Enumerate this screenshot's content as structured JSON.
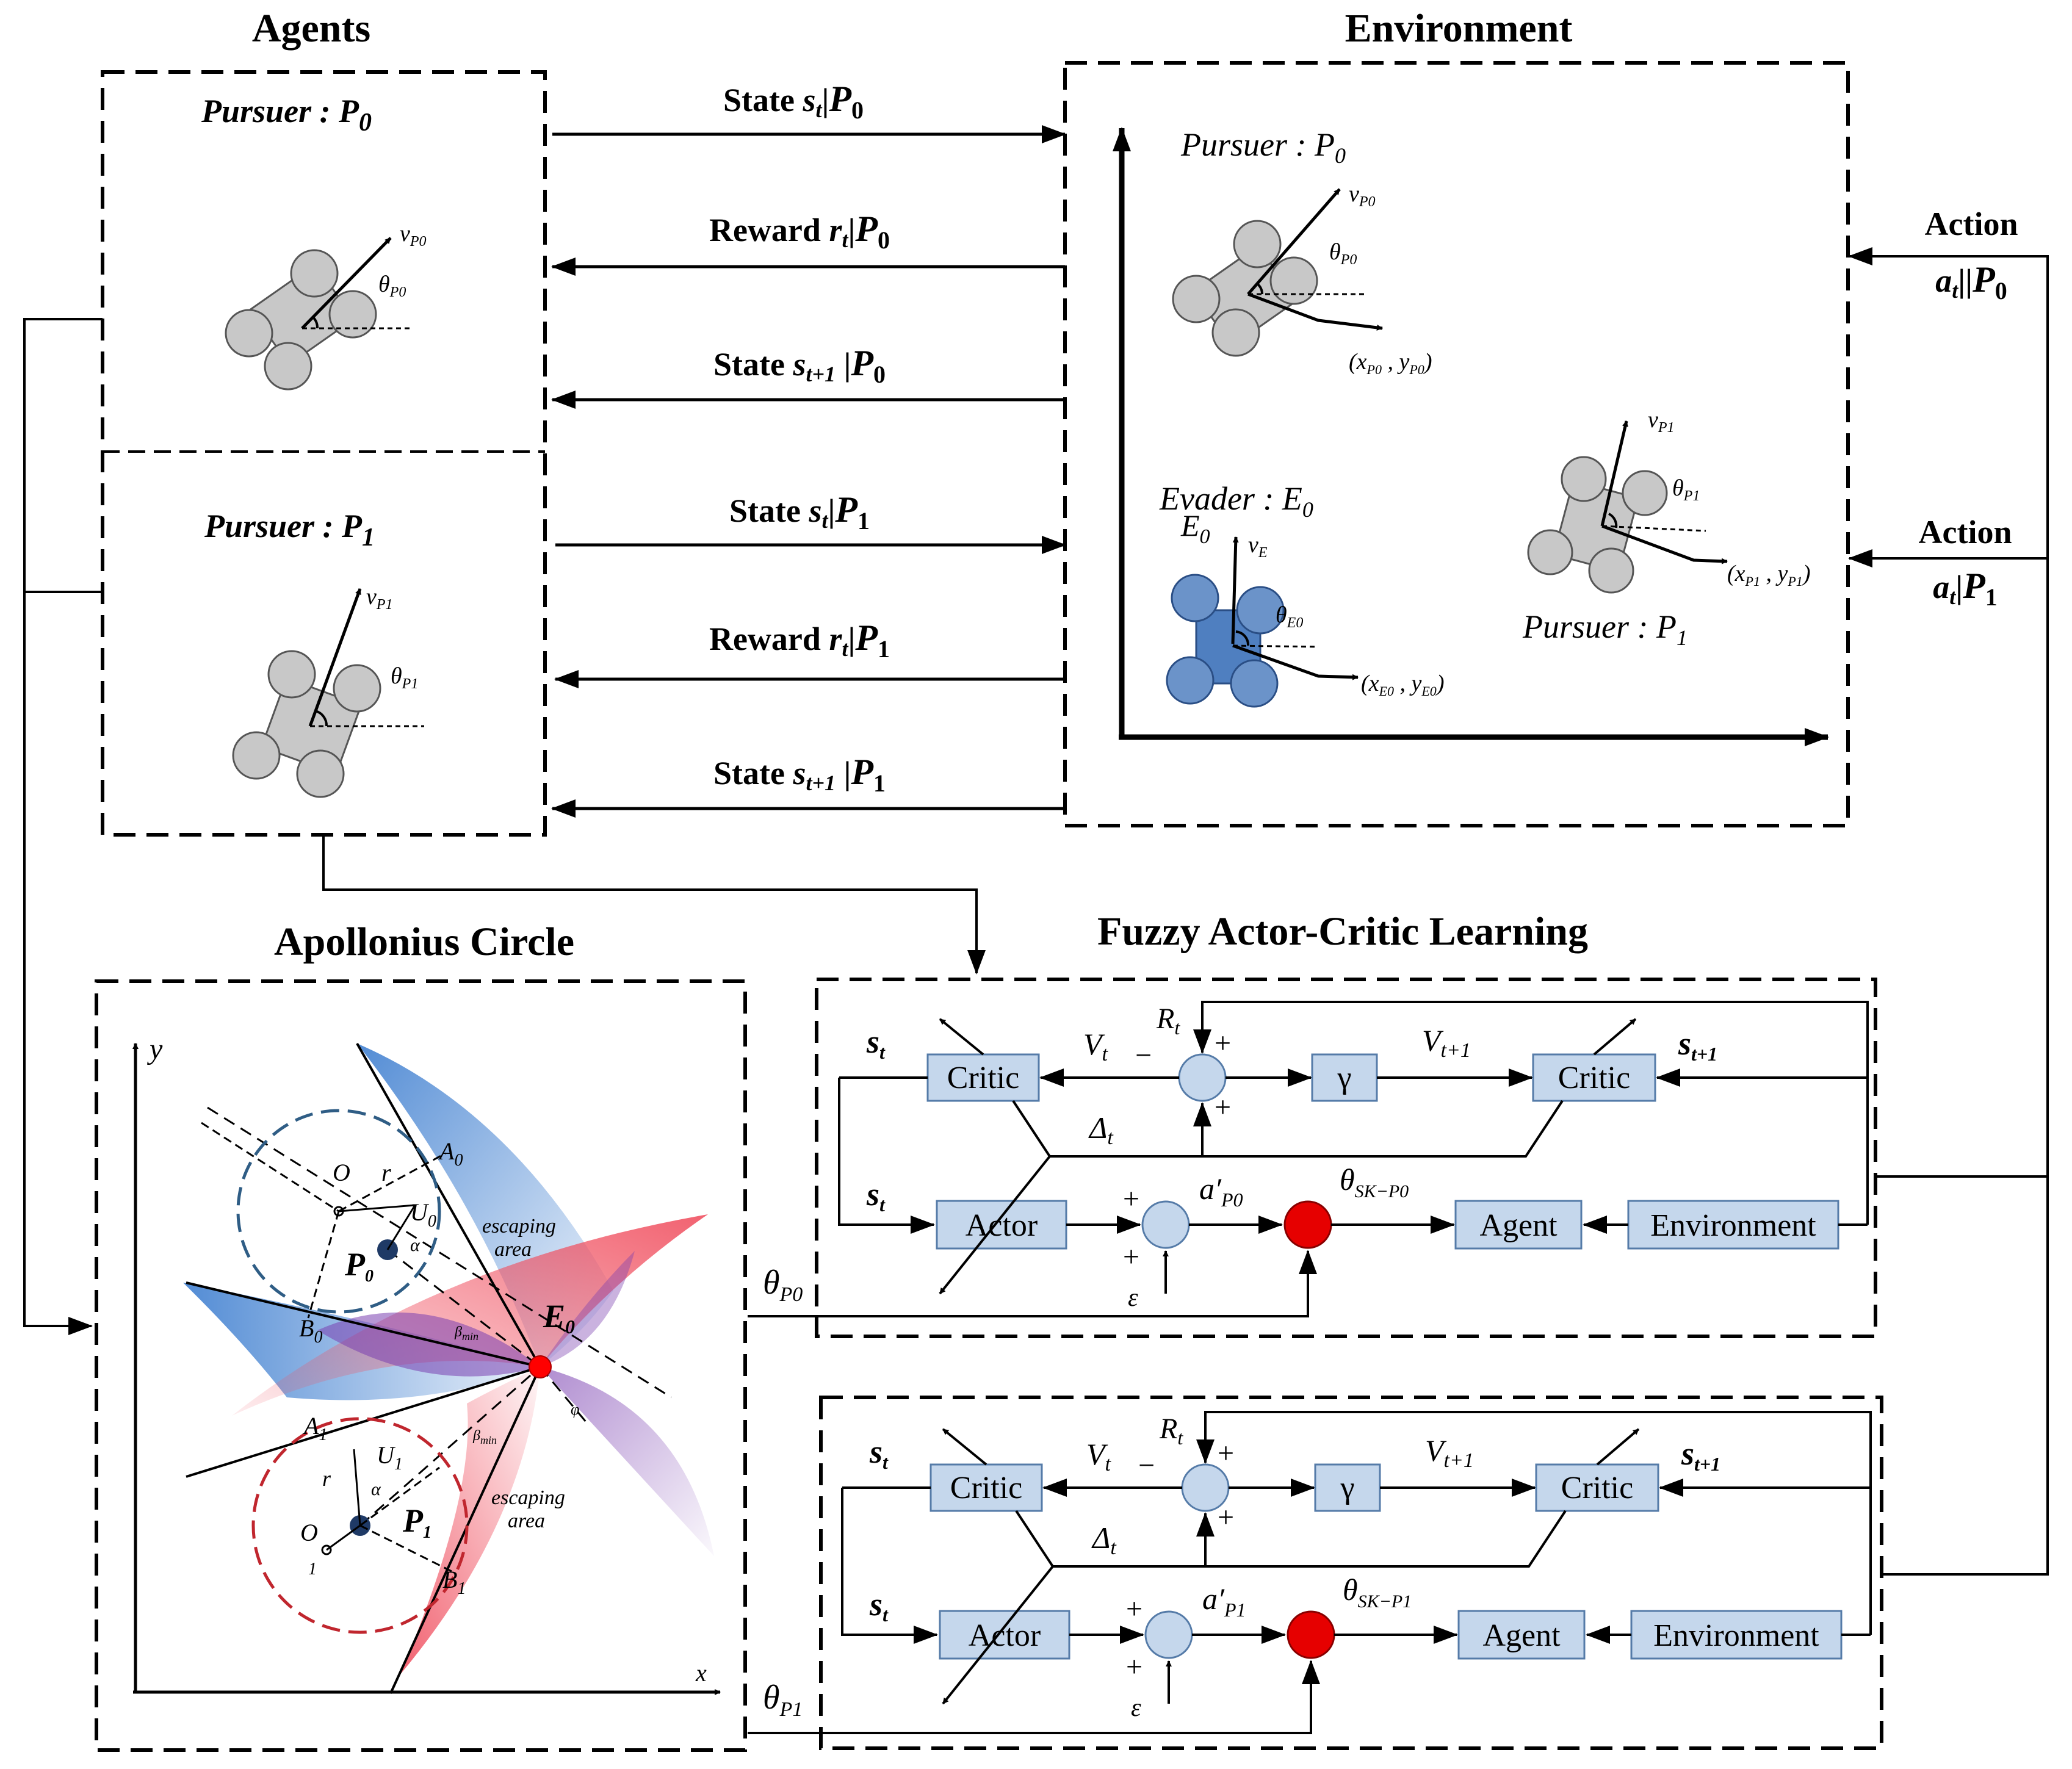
{
  "sections": {
    "agents": "Agents",
    "environment": "Environment",
    "apollonius": "Apollonius Circle",
    "fuzzy": "Fuzzy Actor-Critic Learning"
  },
  "agents": {
    "p0_label": "Pursuer : P",
    "p0_sub": "0",
    "p1_label": "Pursuer : P",
    "p1_sub": "1"
  },
  "environment": {
    "p0_label": "Pursuer : P",
    "p0_sub": "0",
    "p1_label": "Pursuer : P",
    "p1_sub": "1",
    "e0_label": "Evader : E",
    "e0_sub": "0",
    "e0_ghost": "E",
    "e0_ghost_sub": "0"
  },
  "signals": [
    {
      "name": "State",
      "var": "s",
      "sub": "t",
      "agent": "P",
      "agent_sub": "0"
    },
    {
      "name": "Reward",
      "var": "r",
      "sub": "t",
      "agent": "P",
      "agent_sub": "0"
    },
    {
      "name": "State",
      "var": "s",
      "sub": "t+1",
      "agent": "P",
      "agent_sub": "0"
    },
    {
      "name": "State",
      "var": "s",
      "sub": "t",
      "agent": "P",
      "agent_sub": "1"
    },
    {
      "name": "Reward",
      "var": "r",
      "sub": "t",
      "agent": "P",
      "agent_sub": "1"
    },
    {
      "name": "State",
      "var": "s",
      "sub": "t+1",
      "agent": "P",
      "agent_sub": "1"
    }
  ],
  "actions": [
    {
      "name": "Action",
      "var": "a",
      "sub": "t",
      "sep": "||",
      "agent": "P",
      "agent_sub": "0"
    },
    {
      "name": "Action",
      "var": "a",
      "sub": "t",
      "sep": "|",
      "agent": "P",
      "agent_sub": "1"
    }
  ],
  "apollonius_labels": {
    "y": "y",
    "x": "x",
    "O": "O",
    "r": "r",
    "A0": "A",
    "A0s": "0",
    "U0": "U",
    "U0s": "0",
    "alpha": "α",
    "P0": "P",
    "P0s": "0",
    "B0": "B",
    "B0s": "0",
    "E0": "E",
    "E0s": "0",
    "A1": "A",
    "A1s": "1",
    "U1": "U",
    "U1s": "1",
    "P1": "P",
    "P1s": "1",
    "O1": "O",
    "O1s": "1",
    "B1": "B",
    "B1s": "1",
    "escaping": "escaping",
    "area": "area",
    "phi": "φ",
    "beta": "β",
    "min": "min"
  },
  "fuzzy_blocks": {
    "critic": "Critic",
    "gamma": "γ",
    "actor": "Actor",
    "agent": "Agent",
    "environment": "Environment",
    "st": "s",
    "st_sub": "t",
    "st1_sub": "t+1",
    "V": "V",
    "V_sub": "t",
    "V1_sub": "t+1",
    "R": "R",
    "R_sub": "t",
    "delta": "Δ",
    "delta_sub": "t",
    "a": "a′",
    "eps": "ε",
    "theta": "θ",
    "theta_sk_p0": "SK−P0",
    "theta_sk_p1": "SK−P1",
    "a_p0_sub": "P0",
    "a_p1_sub": "P1",
    "theta_p0": "P0",
    "theta_p1": "P1",
    "plus": "+",
    "minus": "−"
  },
  "colors": {
    "robot_gray": "#c8c8c8",
    "robot_blue": "#6b93c9",
    "box_fill": "#c5d7ec",
    "sum_fill": "#c5d7ec",
    "red_node": "#e60000",
    "blue_area": "#5a8fd0",
    "red_area": "#f07a80",
    "purple_area": "#8a4fb0"
  }
}
